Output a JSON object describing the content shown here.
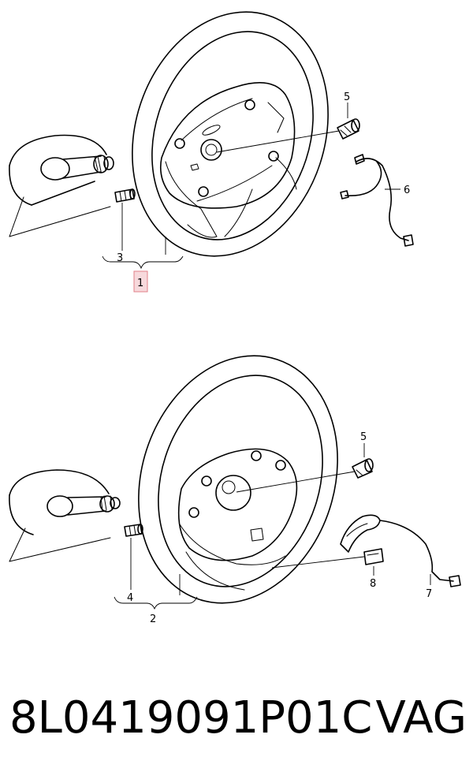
{
  "labels": {
    "top": {
      "part1": "1",
      "part3": "3",
      "part5": "5",
      "part6": "6"
    },
    "bottom": {
      "part2": "2",
      "part4": "4",
      "part5": "5",
      "part7": "7",
      "part8": "8"
    }
  },
  "caption": {
    "part_number": "8L0419091P01C",
    "brand": "VAG"
  },
  "colors": {
    "highlight_fill": "#f7d9dc",
    "highlight_stroke": "#e08088",
    "ink": "#000000"
  }
}
